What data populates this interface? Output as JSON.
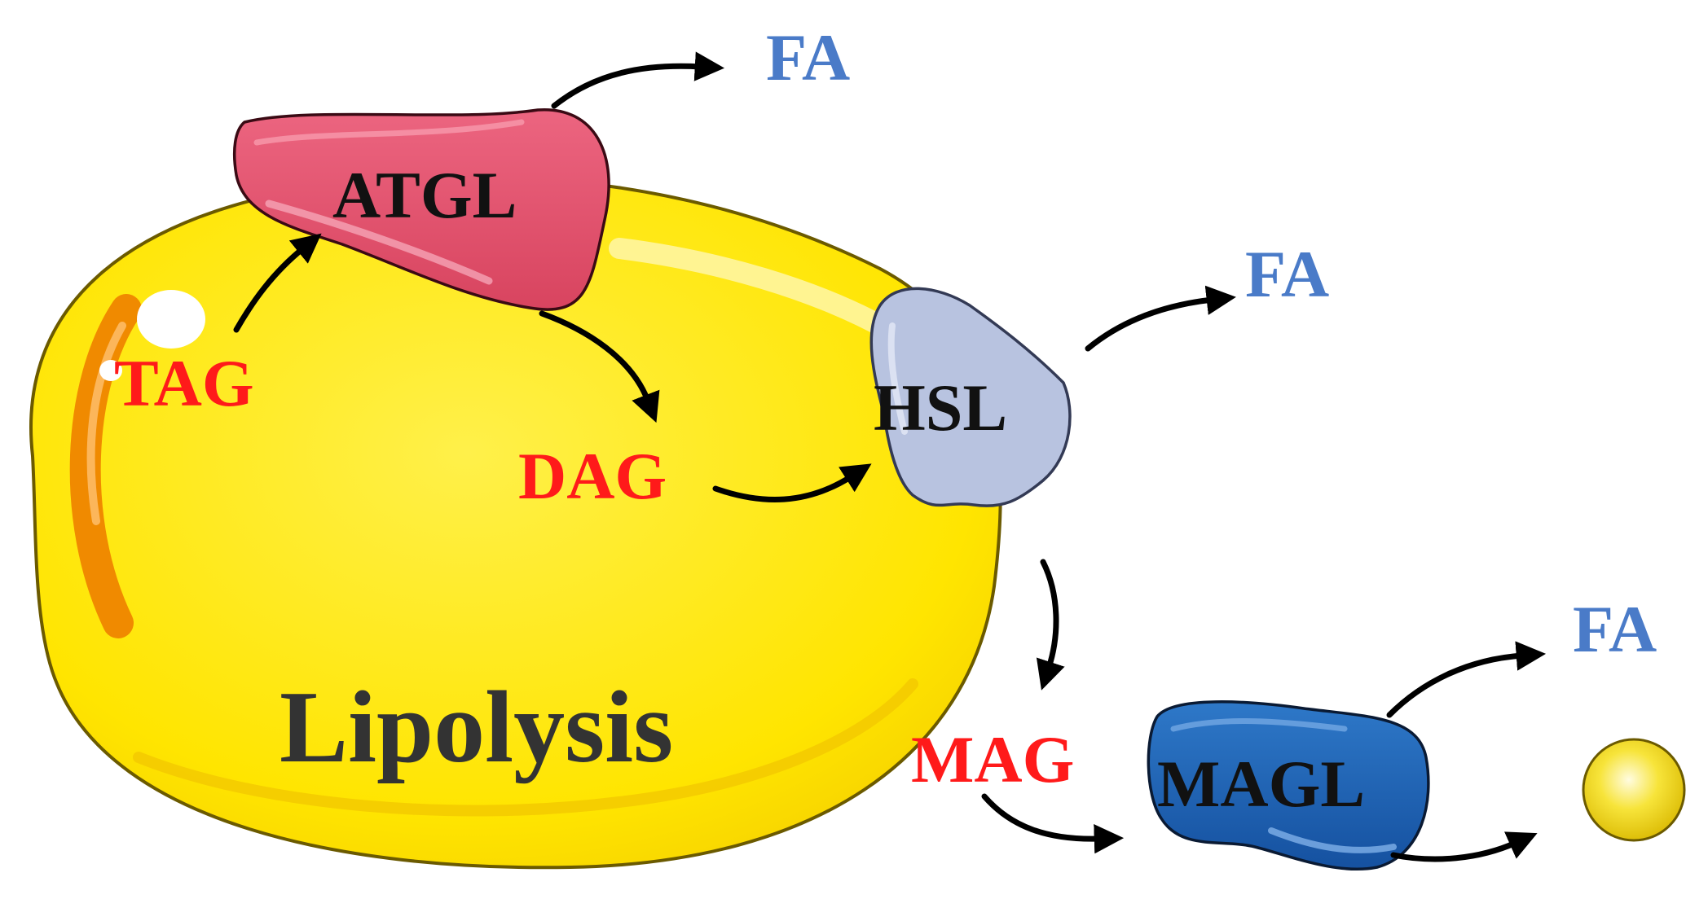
{
  "diagram": {
    "title": "Lipolysis",
    "substrates": {
      "tag": "TAG",
      "dag": "DAG",
      "mag": "MAG"
    },
    "enzymes": {
      "atgl": "ATGL",
      "hsl": "HSL",
      "magl": "MAGL"
    },
    "products": {
      "fa_1": "FA",
      "fa_2": "FA",
      "fa_3": "FA"
    },
    "colors": {
      "droplet": "#FFE500",
      "droplet_edge": "#6b5a00",
      "substrate_text": "#FF1A1A",
      "product_text": "#4A7BC8",
      "enzyme_text": "#111111",
      "title_text": "#333333",
      "atgl_fill": "#E64D6A",
      "hsl_fill": "#B7C2E0",
      "magl_fill": "#1F62B0",
      "glycerol": "#F2DB1A"
    },
    "icons": [
      "lipid-droplet",
      "atgl-enzyme",
      "hsl-enzyme",
      "magl-enzyme",
      "glycerol-sphere"
    ]
  }
}
